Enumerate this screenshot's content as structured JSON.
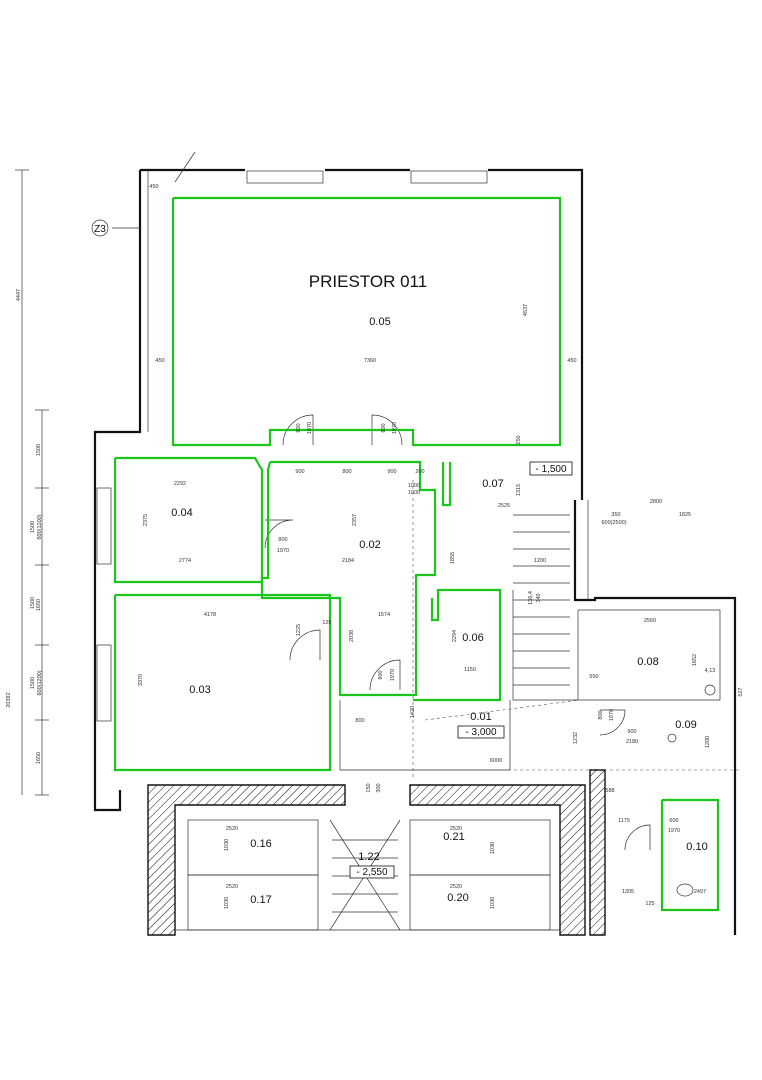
{
  "title": "PRIESTOR 011",
  "axis_label": "Z3",
  "rooms": [
    {
      "id": "0.05"
    },
    {
      "id": "0.04"
    },
    {
      "id": "0.02"
    },
    {
      "id": "0.07"
    },
    {
      "id": "0.03"
    },
    {
      "id": "0.06"
    },
    {
      "id": "0.08"
    },
    {
      "id": "0.01"
    },
    {
      "id": "0.09"
    },
    {
      "id": "0.16"
    },
    {
      "id": "0.21"
    },
    {
      "id": "1.22"
    },
    {
      "id": "0.10"
    },
    {
      "id": "0.17"
    },
    {
      "id": "0.20"
    }
  ],
  "levels": [
    "- 1,500",
    "- 3,000",
    "- 2,550"
  ],
  "left_dims": [
    "4447",
    "1500",
    "1500",
    "600(1200)",
    "1650",
    "1500",
    "600(1200)",
    "1650",
    "20392",
    "1500"
  ],
  "dimensions": [
    "450",
    "7360",
    "450",
    "4537",
    "450",
    "250",
    "800",
    "1970",
    "800",
    "1970",
    "900",
    "800",
    "900",
    "200",
    "2292",
    "2375",
    "2357",
    "1000",
    "1000",
    "1315",
    "2525",
    "800",
    "1970",
    "2774",
    "2184",
    "1855",
    "1200",
    "4178",
    "1574",
    "1225",
    "125",
    "2038",
    "2294",
    "800",
    "1970",
    "800",
    "1420",
    "1150",
    "136,4",
    "340",
    "2800",
    "1825",
    "350",
    "600(2500)",
    "2560",
    "1652",
    "550",
    "800",
    "1970",
    "900",
    "2180",
    "1232",
    "600",
    "1970",
    "2520",
    "1030",
    "2520",
    "1030",
    "2520",
    "1030",
    "2520",
    "1030",
    "6000",
    "3370",
    "588",
    "1175",
    "1305",
    "2497",
    "125",
    "1200",
    "527",
    "4,13",
    "150",
    "300"
  ]
}
